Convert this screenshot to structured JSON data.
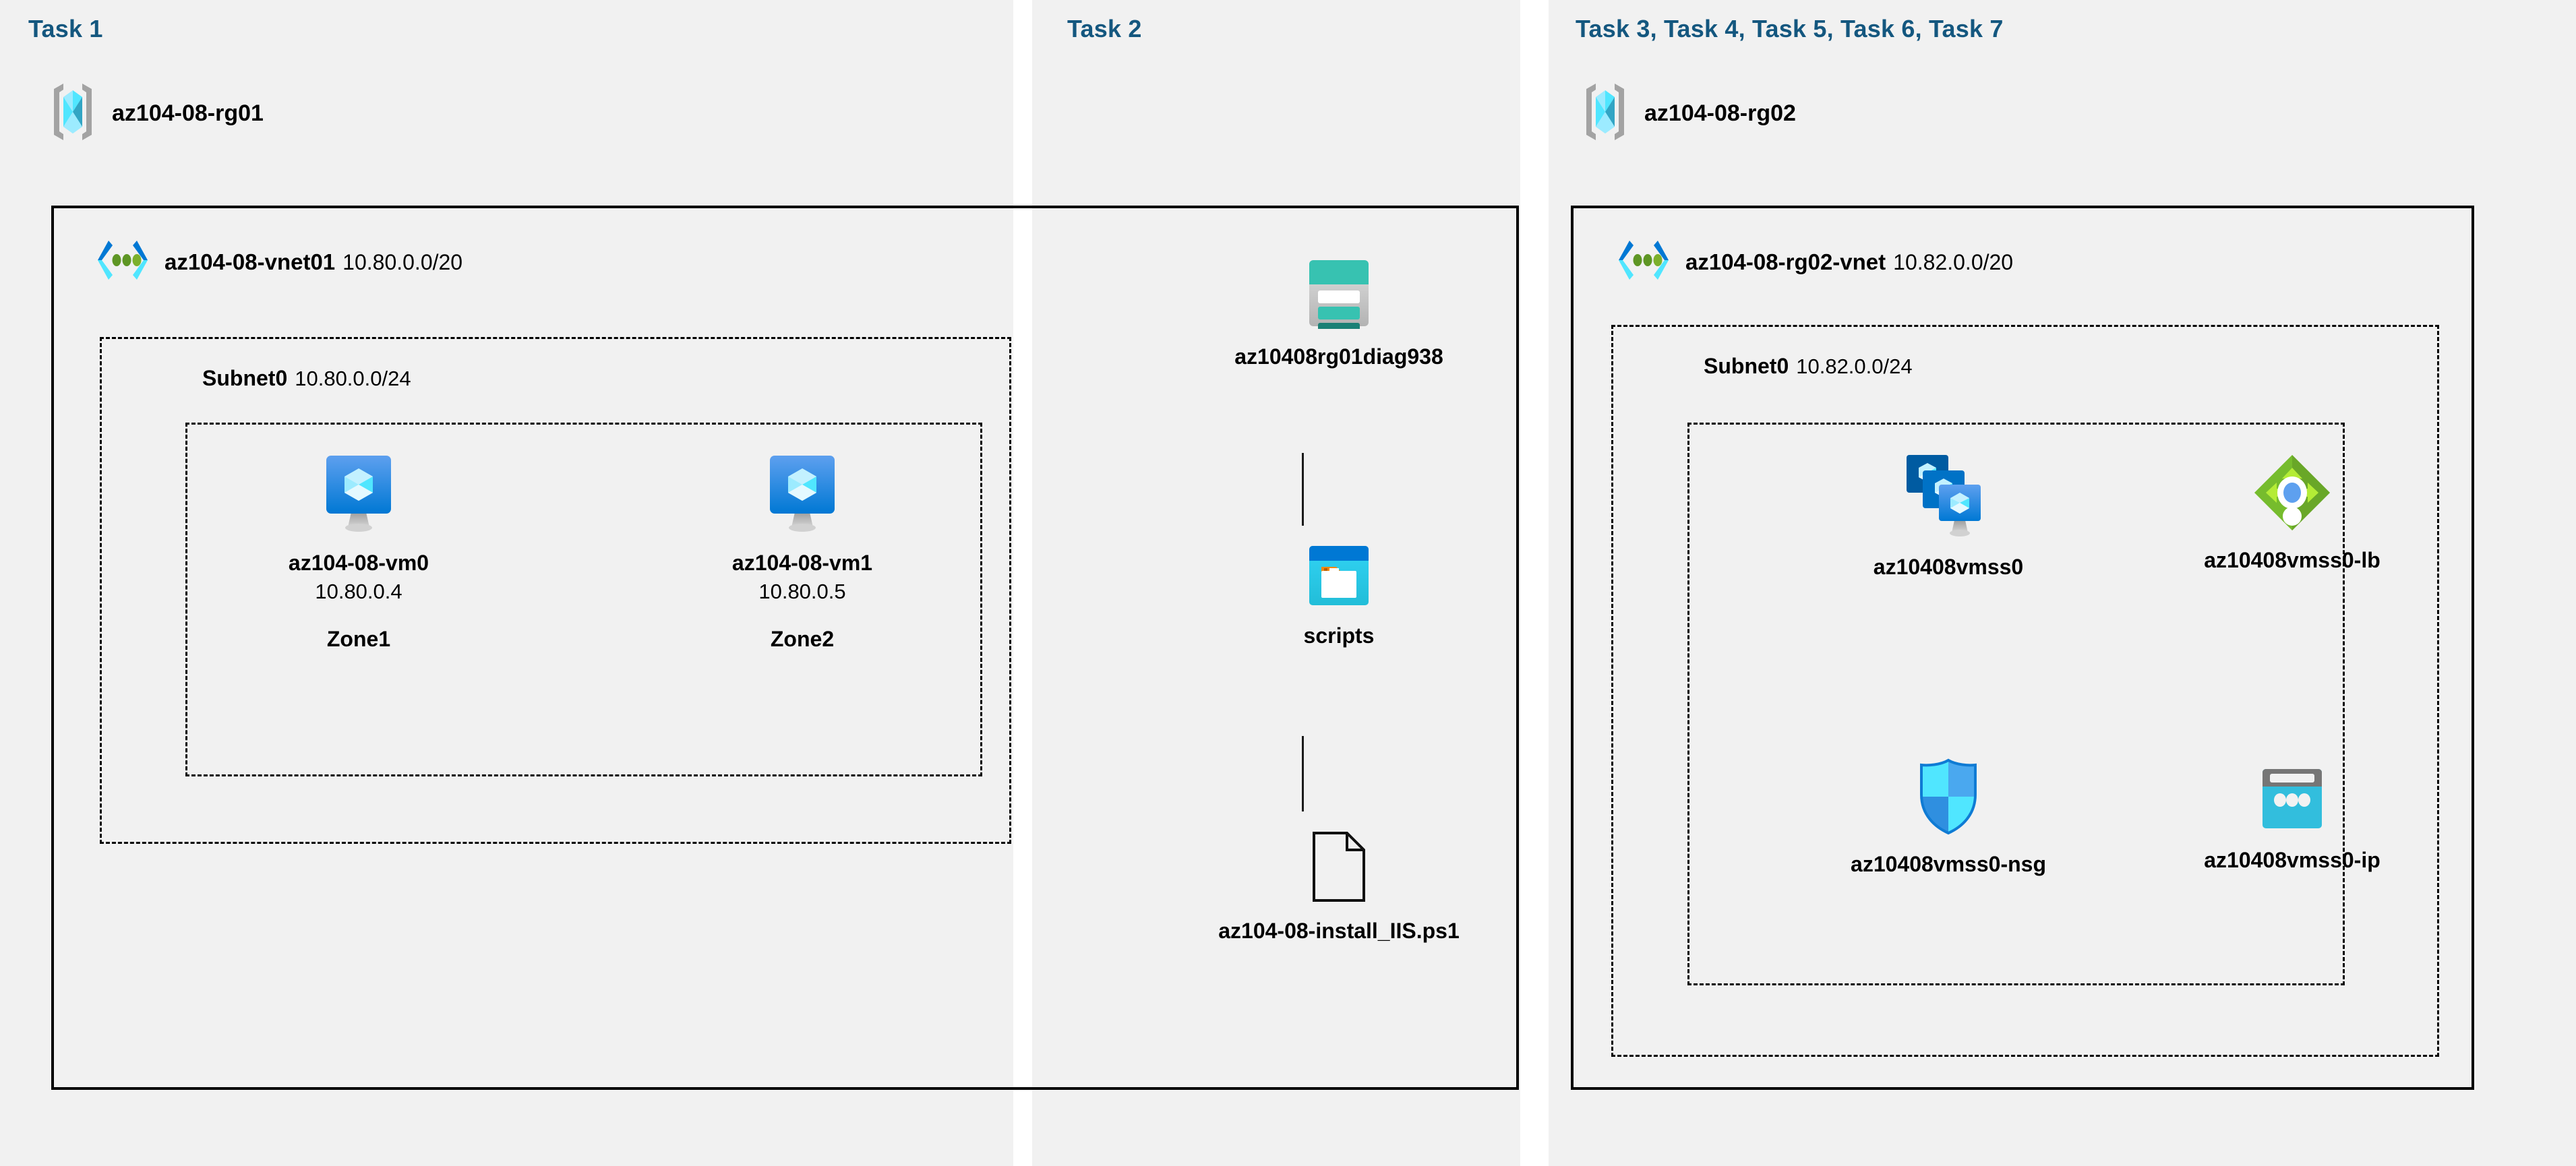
{
  "columns": {
    "task1": {
      "header": "Task 1"
    },
    "task2": {
      "header": "Task 2"
    },
    "task3": {
      "header": "Task 3, Task 4, Task 5, Task 6, Task 7"
    }
  },
  "resource_groups": [
    {
      "name": "az104-08-rg01",
      "icon": "resource-group-icon"
    },
    {
      "name": "az104-08-rg02",
      "icon": "resource-group-icon"
    }
  ],
  "vnets": [
    {
      "name": "az104-08-vnet01",
      "cidr": "10.80.0.0/20",
      "icon": "virtual-network-icon"
    },
    {
      "name": "az104-08-rg02-vnet",
      "cidr": "10.82.0.0/20",
      "icon": "virtual-network-icon"
    }
  ],
  "subnets": [
    {
      "name": "Subnet0",
      "cidr": "10.80.0.0/24"
    },
    {
      "name": "Subnet0",
      "cidr": "10.82.0.0/24"
    }
  ],
  "vms": [
    {
      "name": "az104-08-vm0",
      "ip": "10.80.0.4",
      "zone": "Zone1",
      "icon": "virtual-machine-icon"
    },
    {
      "name": "az104-08-vm1",
      "ip": "10.80.0.5",
      "zone": "Zone2",
      "icon": "virtual-machine-icon"
    }
  ],
  "storage": {
    "account": {
      "name": "az10408rg01diag938",
      "icon": "storage-account-icon"
    },
    "container": {
      "name": "scripts",
      "icon": "blob-container-icon"
    },
    "file": {
      "name": "az104-08-install_IIS.ps1",
      "icon": "script-file-icon"
    }
  },
  "vmss_resources": [
    {
      "name": "az10408vmss0",
      "icon": "vm-scale-set-icon"
    },
    {
      "name": "az10408vmss0-lb",
      "icon": "load-balancer-icon"
    },
    {
      "name": "az10408vmss0-nsg",
      "icon": "network-security-group-icon"
    },
    {
      "name": "az10408vmss0-ip",
      "icon": "public-ip-address-icon"
    }
  ],
  "colors": {
    "task_header": "#14577f",
    "panel_background": "#f1f1f1",
    "page_background": "#ffffff",
    "border": "#000000",
    "azure_blue": "#0078d4",
    "azure_cyan": "#50e6ff",
    "storage_teal": "#37c2b1",
    "load_balancer_green": "#76bc2d",
    "nsg_blue": "#32bedd"
  }
}
